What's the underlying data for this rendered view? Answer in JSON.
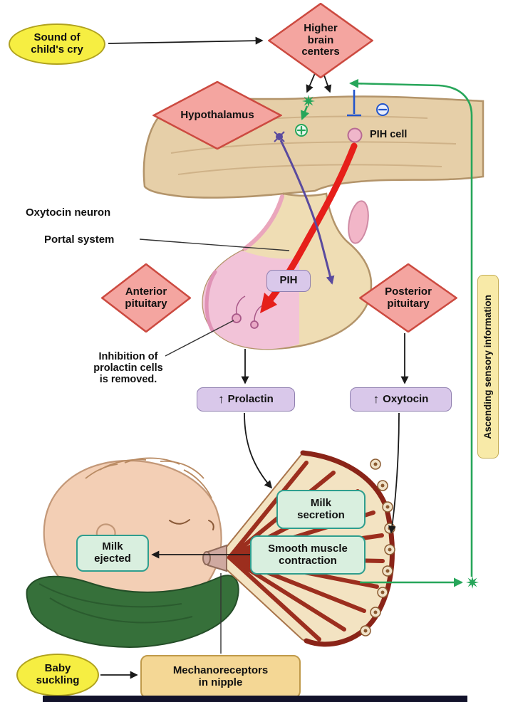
{
  "meta": {
    "title": "Milk production and let-down reflex diagram"
  },
  "nodes": {
    "sound_cry": {
      "label": "Sound of\nchild's cry"
    },
    "higher_brain": {
      "label": "Higher\nbrain\ncenters"
    },
    "hypothalamus": {
      "label": "Hypothalamus"
    },
    "pih_cell": {
      "label": "PIH cell"
    },
    "oxytocin_neuron": {
      "label": "Oxytocin neuron"
    },
    "portal_system": {
      "label": "Portal system"
    },
    "pih": {
      "label": "PIH"
    },
    "anterior_pituitary": {
      "label": "Anterior\npituitary"
    },
    "posterior_pituitary": {
      "label": "Posterior\npituitary"
    },
    "inhibition_note": {
      "label": "Inhibition of\nprolactin cells\nis removed."
    },
    "prolactin": {
      "label": "Prolactin"
    },
    "oxytocin": {
      "label": "Oxytocin"
    },
    "ascending": {
      "label": "Ascending sensory information"
    },
    "milk_secretion": {
      "label": "Milk\nsecretion"
    },
    "smooth_muscle": {
      "label": "Smooth muscle\ncontraction"
    },
    "milk_ejected": {
      "label": "Milk\nejected"
    },
    "baby_suckling": {
      "label": "Baby\nsuckling"
    },
    "mechanoreceptors": {
      "label": "Mechanoreceptors\nin nipple"
    }
  },
  "symbols": {
    "up_arrow": "↑",
    "plus": "+",
    "minus": "−"
  },
  "colors": {
    "page_bg": "#ffffff",
    "diamond_fill": "#f4a5a0",
    "diamond_border": "#cc4a40",
    "yellow_fill": "#f6ee42",
    "yellow_border": "#b0a21e",
    "purple_box_fill": "#d9c8ea",
    "purple_box_border": "#9080b0",
    "green_box_fill": "#d9efdf",
    "green_box_border": "#2f9e8e",
    "tan_box_fill": "#f4d795",
    "tan_box_border": "#c09a4a",
    "ascending_fill": "#f8eaa8",
    "ascending_border": "#c4ad55",
    "green_path": "#27a65a",
    "red_path": "#e61f1a",
    "purple_path": "#5a4a9e",
    "blue_path": "#2255cc",
    "black_line": "#1a1a1a",
    "brain_fill": "#e6cfa8",
    "brain_edge": "#b3946a",
    "anterior_fill": "#f2c3d8",
    "skin_fill": "#f3cfb5",
    "skin_edge": "#c39878",
    "blanket_fill": "#36703a",
    "breast_fill": "#f3e3c2",
    "breast_lobe": "#9c2e1e",
    "pink_cell": "#efb6ca"
  }
}
